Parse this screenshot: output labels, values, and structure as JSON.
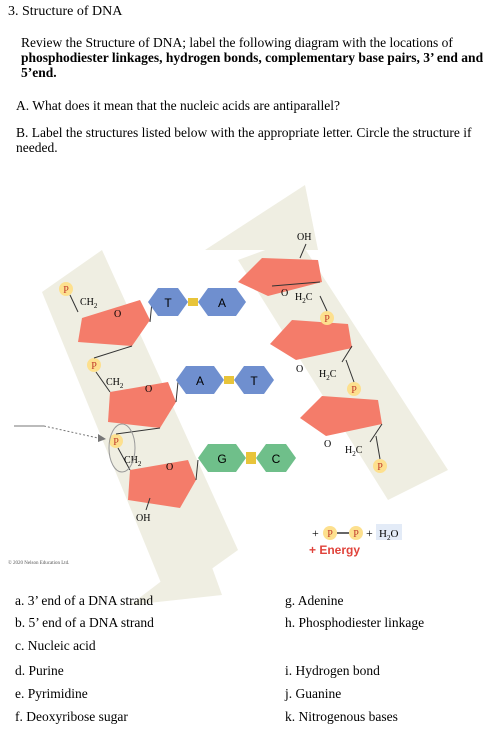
{
  "header": {
    "title": "3. Structure of DNA"
  },
  "intro": {
    "lead": "Review the Structure of DNA; label the following diagram with the locations of",
    "bold": "phosphodiester linkages, hydrogen bonds, complementary base pairs, 3’ end and 5’end."
  },
  "questions": {
    "a": "A. What does it mean that the nucleic acids are antiparallel?",
    "b": "B. Label the structures listed below with the appropriate letter. Circle the structure if needed."
  },
  "diagram": {
    "phosphate": "P",
    "ch2": "CH",
    "h2c": "H",
    "sub2": "2",
    "c": "C",
    "oh": "OH",
    "oxygen": "O",
    "bases": {
      "row1_left": "T",
      "row1_right": "A",
      "row2_left": "A",
      "row2_right": "T",
      "row3_left": "G",
      "row3_right": "C"
    },
    "reaction": {
      "plus": "+",
      "water": "H",
      "water_sub": "2",
      "water_o": "O",
      "energy": "+ Energy"
    },
    "copyright": "© 2020 Nelson Education Ltd.",
    "colors": {
      "backbone": "#efeee2",
      "sugar": "#f47c6a",
      "purine_pyrimidine_blue": "#6f8fcf",
      "green": "#6fbf8a",
      "phosphate": "#fde08e",
      "hbond": "#e8c43a",
      "energy": "#e0433b"
    }
  },
  "labels": {
    "left": [
      "a. 3’ end of a DNA strand",
      "b. 5’ end of a DNA strand",
      "c. Nucleic acid",
      "d. Purine",
      "e. Pyrimidine",
      "f. Deoxyribose sugar"
    ],
    "right": [
      "g. Adenine",
      "h. Phosphodiester linkage",
      "i. Hydrogen bond",
      "j. Guanine",
      "k. Nitrogenous bases"
    ]
  }
}
